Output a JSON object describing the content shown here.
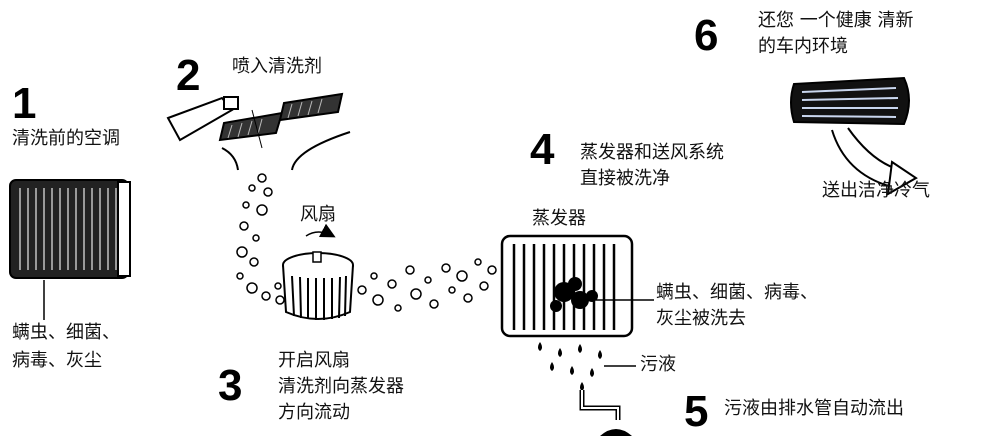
{
  "steps": [
    {
      "number": "1",
      "caption": "清洗前的空调",
      "note_lines": [
        "螨虫、细菌、",
        "病毒、灰尘"
      ]
    },
    {
      "number": "2",
      "caption": "喷入清洗剂"
    },
    {
      "number": "3",
      "caption_lines": [
        "开启风扇",
        "清洗剂向蒸发器",
        "方向流动"
      ]
    },
    {
      "number": "4",
      "caption_lines": [
        "蒸发器和送风系统",
        "直接被洗净"
      ]
    },
    {
      "number": "5",
      "caption": "污液由排水管自动流出"
    },
    {
      "number": "6",
      "caption_lines": [
        "还您 一个健康 清新",
        "的车内环境"
      ]
    }
  ],
  "labels": {
    "fan": "风扇",
    "evaporator": "蒸发器",
    "evaporator_note_lines": [
      "螨虫、细菌、病毒、",
      "灰尘被洗去"
    ],
    "waste_liquid": "污液",
    "clean_air": "送出洁净冷气"
  }
}
